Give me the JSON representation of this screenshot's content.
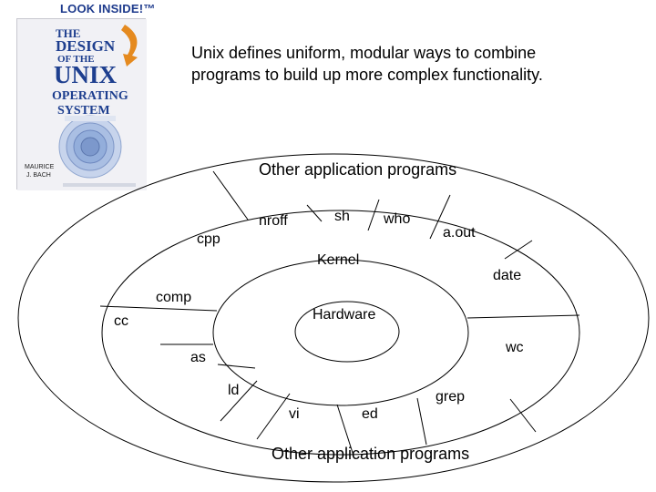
{
  "caption": {
    "line1": "Unix defines uniform, modular ways to combine",
    "line2": "programs to build up more complex functionality."
  },
  "cover": {
    "badge": "LOOK INSIDE!™",
    "icon": "book-cover-image",
    "title_lines": [
      "THE",
      "DESIGN",
      "OF THE",
      "UNIX",
      "OPERATING",
      "SYSTEM"
    ],
    "author_lines": [
      "MAURICE",
      "J. BACH"
    ]
  },
  "diagram": {
    "outer_top_label": "Other application programs",
    "outer_bottom_label": "Other application programs",
    "kernel_label": "Kernel",
    "hardware_label": "Hardware",
    "programs": {
      "sh": "sh",
      "who": "who",
      "nroff": "nroff",
      "a_out": "a.out",
      "cpp": "cpp",
      "date": "date",
      "comp": "comp",
      "cc": "cc",
      "wc": "wc",
      "as": "as",
      "ld": "ld",
      "vi": "vi",
      "ed": "ed",
      "grep": "grep"
    }
  }
}
